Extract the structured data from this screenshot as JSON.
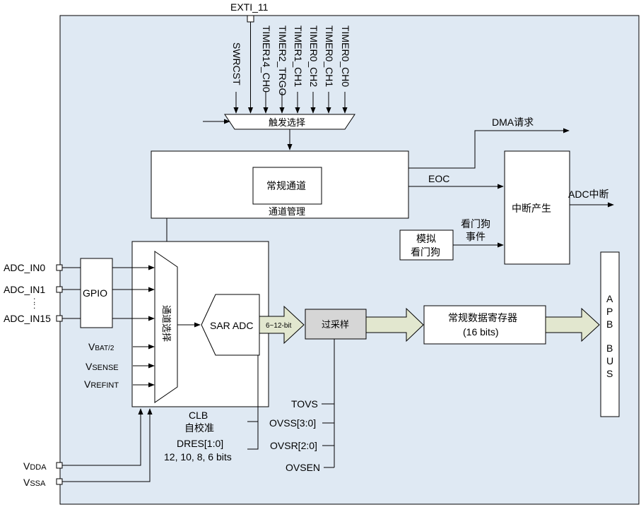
{
  "colors": {
    "main_bg": "#dfe9f3",
    "oversample_bg": "#d6d6d6",
    "fat_arrow_fill": "#e2e7cf",
    "stroke": "#000000"
  },
  "labels": {
    "exti": "EXTI_11",
    "trigger_inputs": [
      "SWRCST",
      "TIMER14_CH0",
      "TIMER2_TRGO",
      "TIMER1_CH1",
      "TIMER0_CH2",
      "TIMER0_CH1",
      "TIMER0_CH0"
    ],
    "trigger_select": "触发选择",
    "dma_request": "DMA请求",
    "routine_channel": "常规通道",
    "channel_management": "通道管理",
    "eoc": "EOC",
    "interrupt_gen": "中断产生",
    "adc_interrupt": "ADC中断",
    "analog_watchdog_line1": "模拟",
    "analog_watchdog_line2": "看门狗",
    "watchdog_event_line1": "看门狗",
    "watchdog_event_line2": "事件",
    "inputs": [
      "ADC_IN0",
      "ADC_IN1",
      "ADC_IN15"
    ],
    "dots": ":",
    "gpio": "GPIO",
    "channel_select": "通道选择",
    "sar_adc": "SAR ADC",
    "bit_width": "6~12-bit",
    "oversample": "过采样",
    "routine_data_reg": "常规数据寄存器",
    "data_bits": "(16 bits)",
    "apb_bus": [
      "A",
      "P",
      "B",
      "",
      "B",
      "U",
      "S"
    ],
    "vbat_main": "V",
    "vbat_sub": "BAT/2",
    "vsense_main": "V",
    "vsense_sub": "SENSE",
    "vrefint_main": "V",
    "vrefint_sub": "REFINT",
    "clb": "CLB",
    "self_calibration": "自校准",
    "dres": "DRES[1:0]",
    "dres_values": "12, 10, 8, 6 bits",
    "tovs": "TOVS",
    "ovss": "OVSS[3:0]",
    "ovsr": "OVSR[2:0]",
    "ovsen": "OVSEN",
    "vdda_main": "V",
    "vdda_sub": "DDA",
    "vssa_main": "V",
    "vssa_sub": "SSA"
  }
}
